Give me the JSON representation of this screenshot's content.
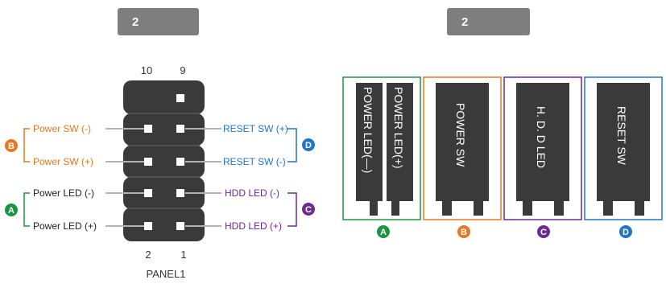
{
  "header_badges": {
    "left": "2",
    "right": "2"
  },
  "pin_numbers": {
    "top_left": "10",
    "top_right": "9",
    "bottom_left": "2",
    "bottom_right": "1"
  },
  "panel_label": "PANEL1",
  "groups": {
    "A": {
      "letter": "A",
      "color": "#1a9641"
    },
    "B": {
      "letter": "B",
      "color": "#e87722"
    },
    "C": {
      "letter": "C",
      "color": "#6b2c91"
    },
    "D": {
      "letter": "D",
      "color": "#1f77c4"
    }
  },
  "left_labels": {
    "power_sw_minus": "Power SW (-)",
    "power_sw_plus": "Power SW (+)",
    "power_led_minus": "Power LED (-)",
    "power_led_plus": "Power LED (+)"
  },
  "right_labels": {
    "reset_sw_plus": "RESET SW (+)",
    "reset_sw_minus": "RESET SW (-)",
    "hdd_led_minus": "HDD LED (-)",
    "hdd_led_plus": "HDD LED (+)"
  },
  "connectors": {
    "power_led_minus": "POWER LED(—)",
    "power_led_plus": "POWER LED(+)",
    "power_sw": "POWER SW",
    "hdd_led": "H. D. D LED",
    "reset_sw": "RESET SW"
  },
  "colors": {
    "header_block": "#3a3a3a",
    "pin": "#ffffff",
    "lead_line": "#b3b3b3",
    "connector_body": "#3a3a3a",
    "badge_bg": "#7e7e7e"
  }
}
